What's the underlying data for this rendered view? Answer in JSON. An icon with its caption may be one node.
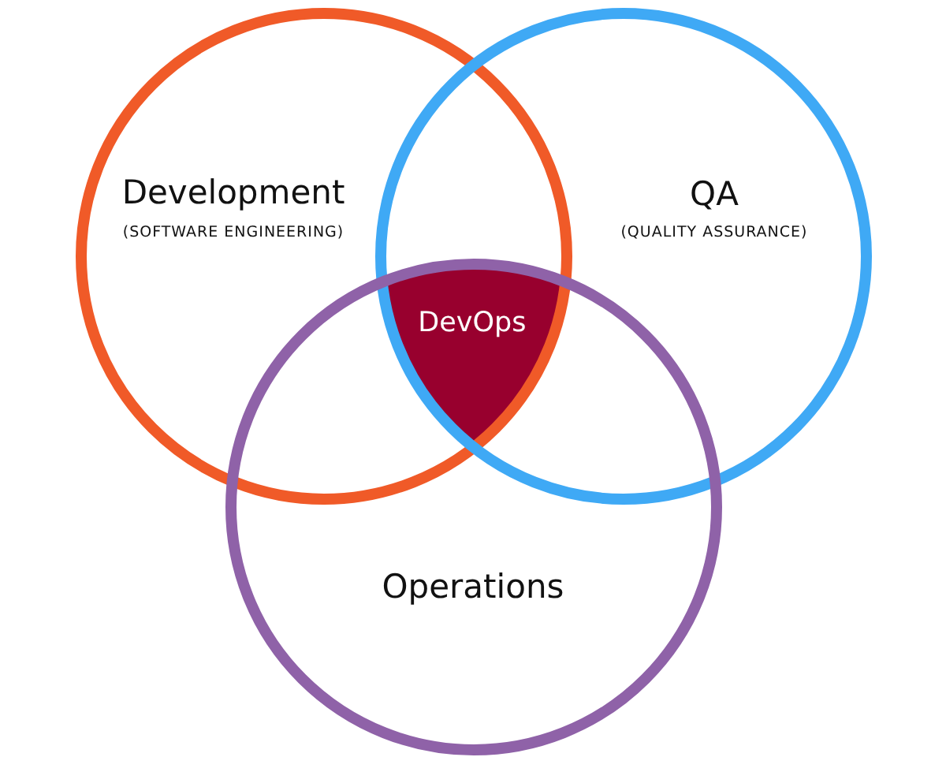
{
  "diagram": {
    "nodes": [
      {
        "text": [
          "Development",
          "(SOFTWARE ENGINEERING)"
        ]
      },
      {
        "text": [
          "QA",
          "(QUALITY ASSURANCE)"
        ]
      },
      {
        "text": [
          "DevOps"
        ]
      },
      {
        "text": [
          "Operations"
        ]
      }
    ]
  }
}
